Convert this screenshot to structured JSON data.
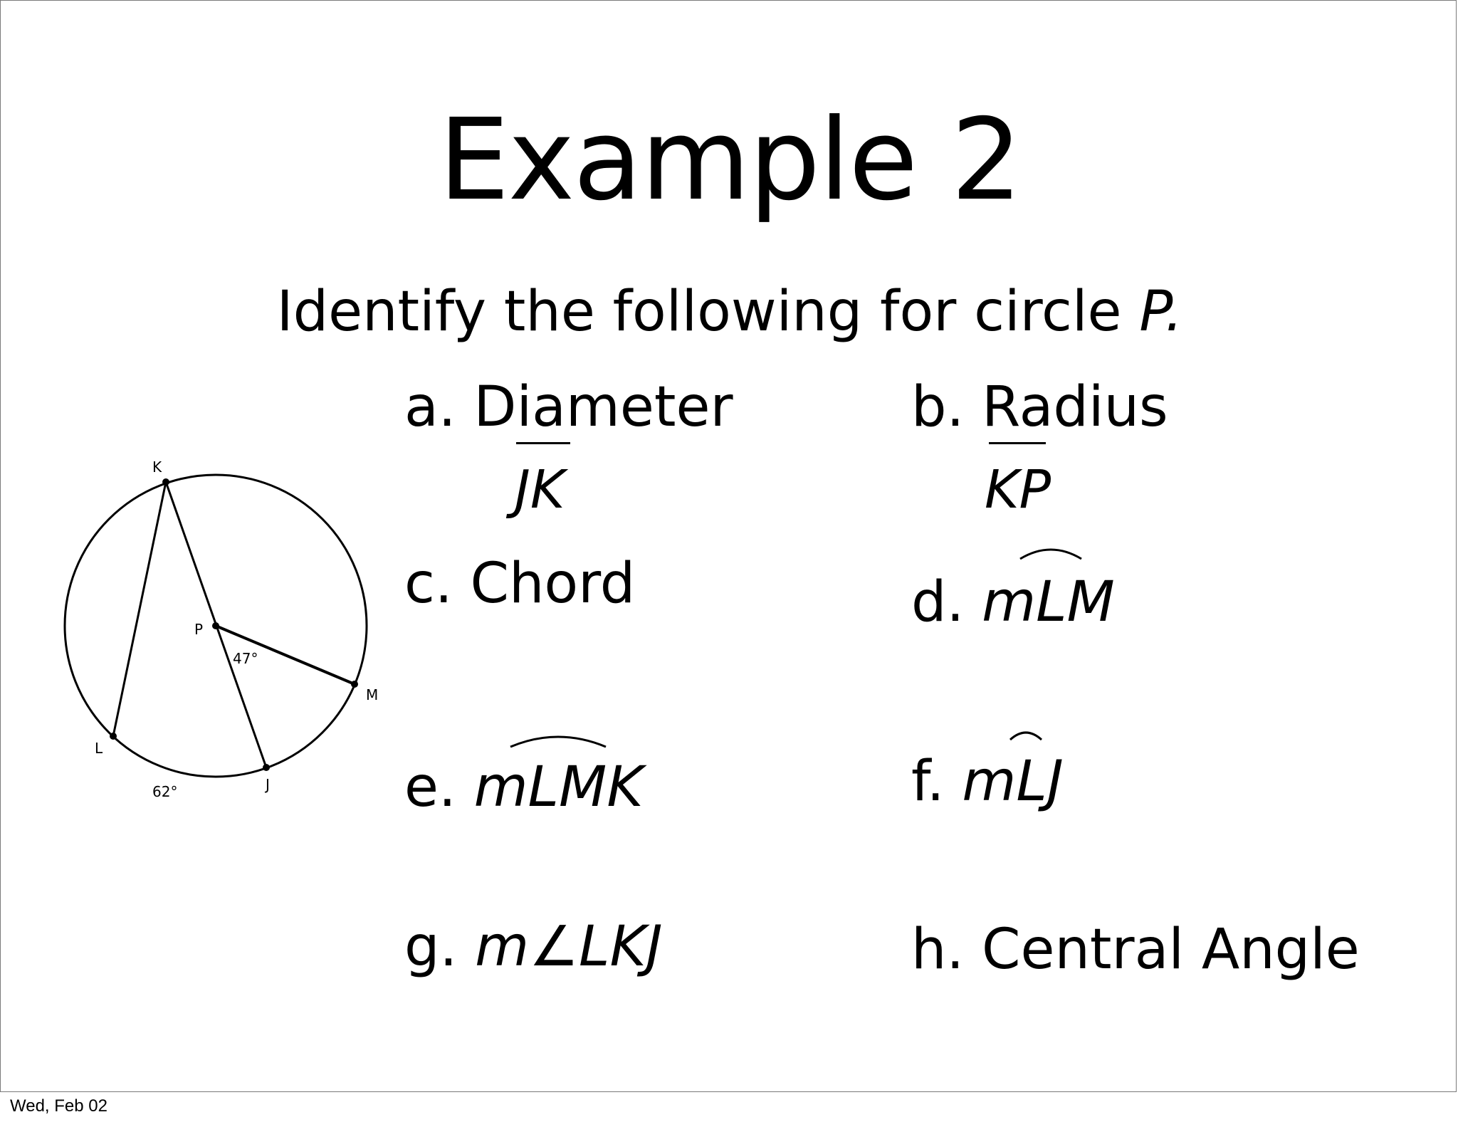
{
  "slide": {
    "title": "Example 2",
    "instruction_main": "Identify the following for circle ",
    "instruction_var": "P."
  },
  "items": {
    "a": {
      "prefix": "a. ",
      "label": "Diameter",
      "answer": "JK"
    },
    "b": {
      "prefix": "b. ",
      "label": "Radius",
      "answer": "KP"
    },
    "c": {
      "prefix": "c. ",
      "label": "Chord"
    },
    "d": {
      "prefix": "d. ",
      "expr": "mLM"
    },
    "e": {
      "prefix": "e. ",
      "expr": "mLMK"
    },
    "f": {
      "prefix": "f. ",
      "expr": "mLJ"
    },
    "g": {
      "prefix": "g. ",
      "expr": "m∠LKJ"
    },
    "h": {
      "prefix": "h. ",
      "label": "Central Angle"
    }
  },
  "figure": {
    "points": [
      "K",
      "P",
      "M",
      "L",
      "J"
    ],
    "angle_label": "47°",
    "arc_label": "62°"
  },
  "footer": {
    "date": "Wed, Feb 02"
  }
}
